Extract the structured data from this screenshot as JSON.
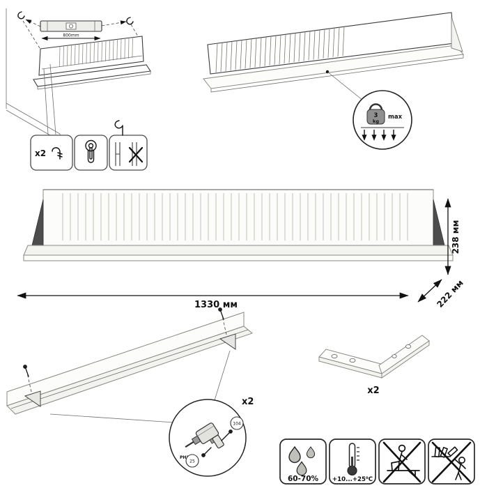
{
  "mounting": {
    "spacing_label": "800mm",
    "hardware_qty": "x2"
  },
  "load_limit": {
    "value": "3",
    "unit": "kg",
    "qualifier": "max"
  },
  "dimensions": {
    "width": "1330 мм",
    "height": "238 мм",
    "depth": "222 мм"
  },
  "assembly": {
    "brackets_qty": "x2",
    "bit_label": "PH2",
    "screw_label_a": "104",
    "screw_label_b": "25"
  },
  "bracket": {
    "qty": "x2"
  },
  "conditions": {
    "humidity": "60-70%",
    "temperature": "+10...+25⁰C"
  }
}
